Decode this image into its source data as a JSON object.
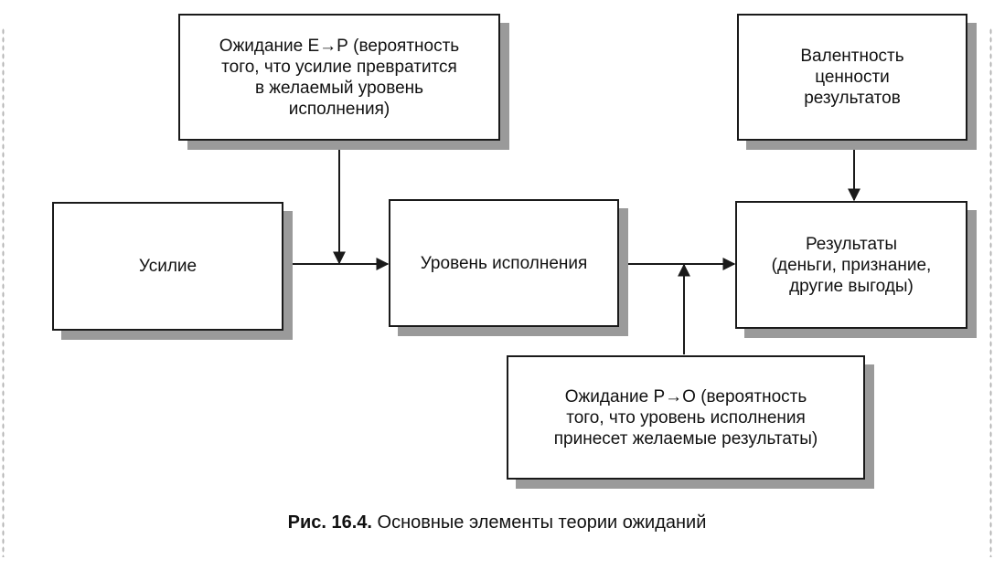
{
  "diagram": {
    "nodes": {
      "effort": {
        "label": "Усилие"
      },
      "performance": {
        "label": "Уровень исполнения"
      },
      "results": {
        "label": "Результаты\n(деньги, признание,\nдругие выгоды)"
      },
      "expectancy_ep": {
        "label": "Ожидание Е→Р (вероятность\nтого, что усилие превратится\nв желаемый уровень\nисполнения)"
      },
      "valence": {
        "label": "Валентность\nценности\nрезультатов"
      },
      "expectancy_po": {
        "label": "Ожидание Р→О (вероятность\nтого, что уровень исполнения\nпринесет желаемые результаты)"
      }
    },
    "edges": [
      {
        "from": "effort",
        "to": "performance"
      },
      {
        "from": "expectancy_ep",
        "to": "effort-performance-link"
      },
      {
        "from": "performance",
        "to": "results"
      },
      {
        "from": "expectancy_po",
        "to": "performance-results-link"
      },
      {
        "from": "valence",
        "to": "results"
      }
    ]
  },
  "caption": {
    "label": "Рис. 16.4.",
    "text": "Основные элементы теории ожиданий"
  },
  "colors": {
    "line": "#1a1a1a",
    "shadow": "#9a9a9a",
    "background": "#ffffff"
  }
}
